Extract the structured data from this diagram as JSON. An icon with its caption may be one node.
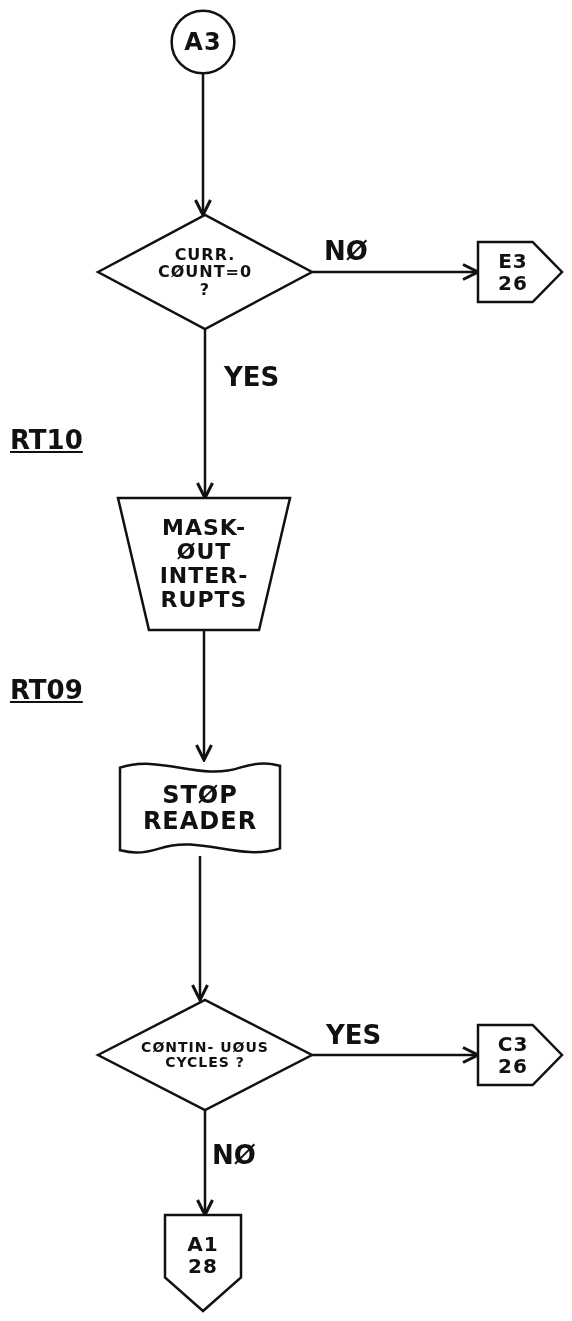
{
  "diagram": {
    "nodes": [
      {
        "text": [
          "A3"
        ]
      },
      {
        "text": [
          "CURR. CØUNT=0 ?"
        ]
      },
      {
        "text": [
          "E3 26"
        ]
      },
      {
        "text": [
          "MASK- ØUT INTER- RUPTS"
        ],
        "beside": [
          "RT10"
        ]
      },
      {
        "text": [
          "STØP READER"
        ],
        "beside": [
          "RT09"
        ]
      },
      {
        "text": [
          "CØNTIN- UØUS CYCLES ?"
        ]
      },
      {
        "text": [
          "C3 26"
        ]
      },
      {
        "text": [
          "A1 28"
        ]
      }
    ],
    "edges": [
      {
        "from": 0,
        "to": 1,
        "arrow": "to"
      },
      {
        "from": 1,
        "to": 2,
        "arrow": "to",
        "label": "NØ"
      },
      {
        "from": 1,
        "to": 3,
        "arrow": "to",
        "label": "YES"
      },
      {
        "from": 3,
        "to": 4,
        "arrow": "to"
      },
      {
        "from": 4,
        "to": 5,
        "arrow": "to"
      },
      {
        "from": 5,
        "to": 6,
        "arrow": "to",
        "label": "YES"
      },
      {
        "from": 5,
        "to": 7,
        "arrow": "to",
        "label": "NØ"
      }
    ]
  }
}
